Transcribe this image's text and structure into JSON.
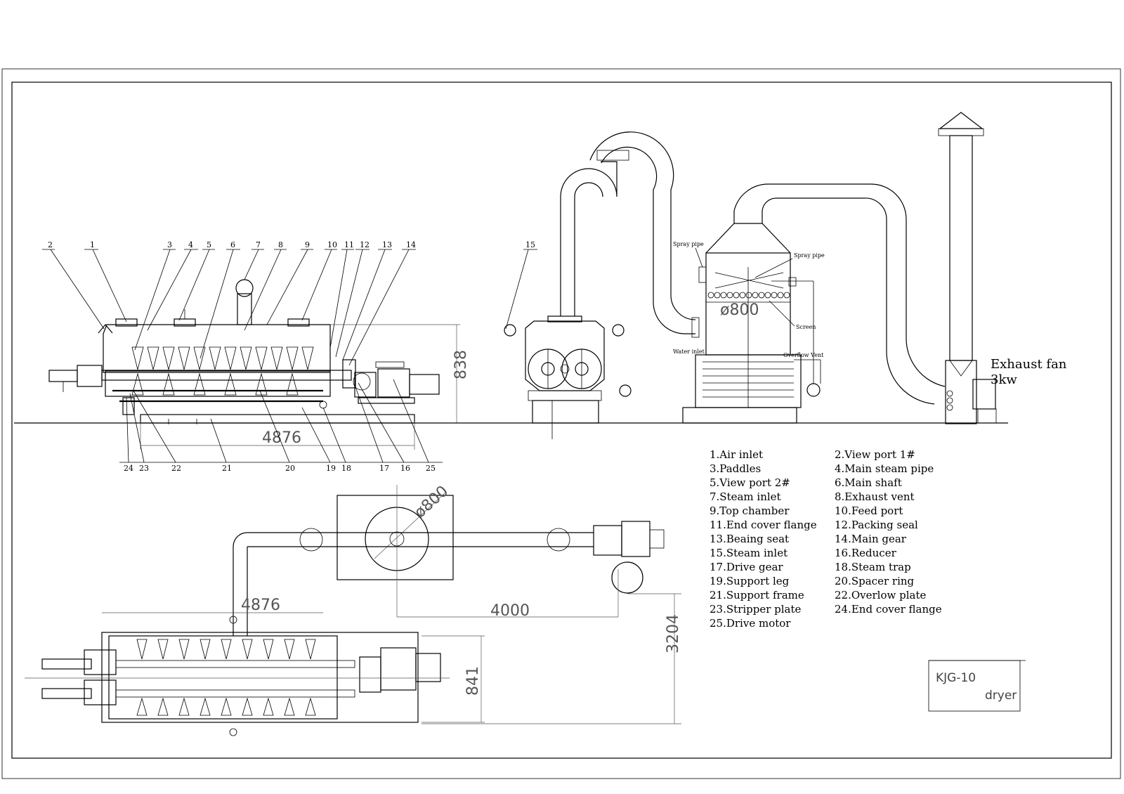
{
  "title_block": {
    "model": "KJG-10",
    "name": "dryer"
  },
  "dimensions": {
    "side_length": "4876",
    "side_height": "838",
    "plan_length": "4876",
    "plan_width": "841",
    "plan_spacing": "4000",
    "plan_depth": "3204",
    "tower_diameter": "ø800",
    "plan_tower_diameter": "ø800"
  },
  "annotations": {
    "spray_pipe_left": "Spray pipe",
    "spray_pipe_right": "Spray pipe",
    "screen": "Screen",
    "water_inlet": "Water inlet",
    "overflow_vent": "Overflow Vent",
    "exhaust_fan": "Exhaust fan",
    "exhaust_power": "3kw"
  },
  "callouts_top": [
    "2",
    "1",
    "3",
    "4",
    "5",
    "6",
    "7",
    "8",
    "9",
    "10",
    "11",
    "12",
    "13",
    "14"
  ],
  "callouts_bottom": [
    "24",
    "23",
    "22",
    "21",
    "20",
    "19",
    "18",
    "17",
    "16",
    "25"
  ],
  "callout_end_view": "15",
  "legend": [
    "1.Air inlet",
    "2.View port 1#",
    "3.Paddles",
    "4.Main steam pipe",
    "5.View port 2#",
    "6.Main shaft",
    "7.Steam inlet",
    "8.Exhaust vent",
    "9.Top chamber",
    "10.Feed port",
    "11.End cover flange",
    "12.Packing seal",
    "13.Beaing seat",
    "14.Main gear",
    "15.Steam inlet",
    "16.Reducer",
    "17.Drive gear",
    "18.Steam trap",
    "19.Support leg",
    "20.Spacer ring",
    "21.Support frame",
    "22.Overlow plate",
    "23.Stripper plate",
    "24.End cover flange",
    "25.Drive motor"
  ]
}
